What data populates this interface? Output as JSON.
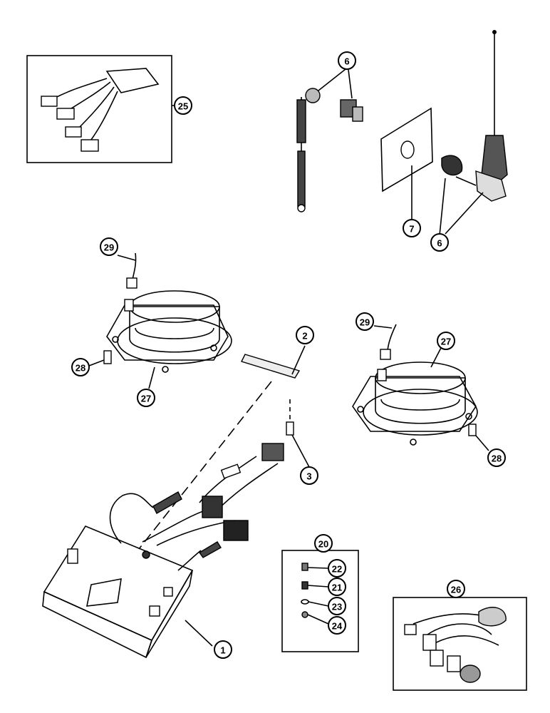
{
  "diagram": {
    "callouts": {
      "c1": "1",
      "c2": "2",
      "c3": "3",
      "c6a": "6",
      "c6b": "6",
      "c7": "7",
      "c20": "20",
      "c21": "21",
      "c22": "22",
      "c23": "23",
      "c24": "24",
      "c25": "25",
      "c26": "26",
      "c27a": "27",
      "c27b": "27",
      "c28a": "28",
      "c28b": "28",
      "c29a": "29",
      "c29b": "29"
    }
  }
}
